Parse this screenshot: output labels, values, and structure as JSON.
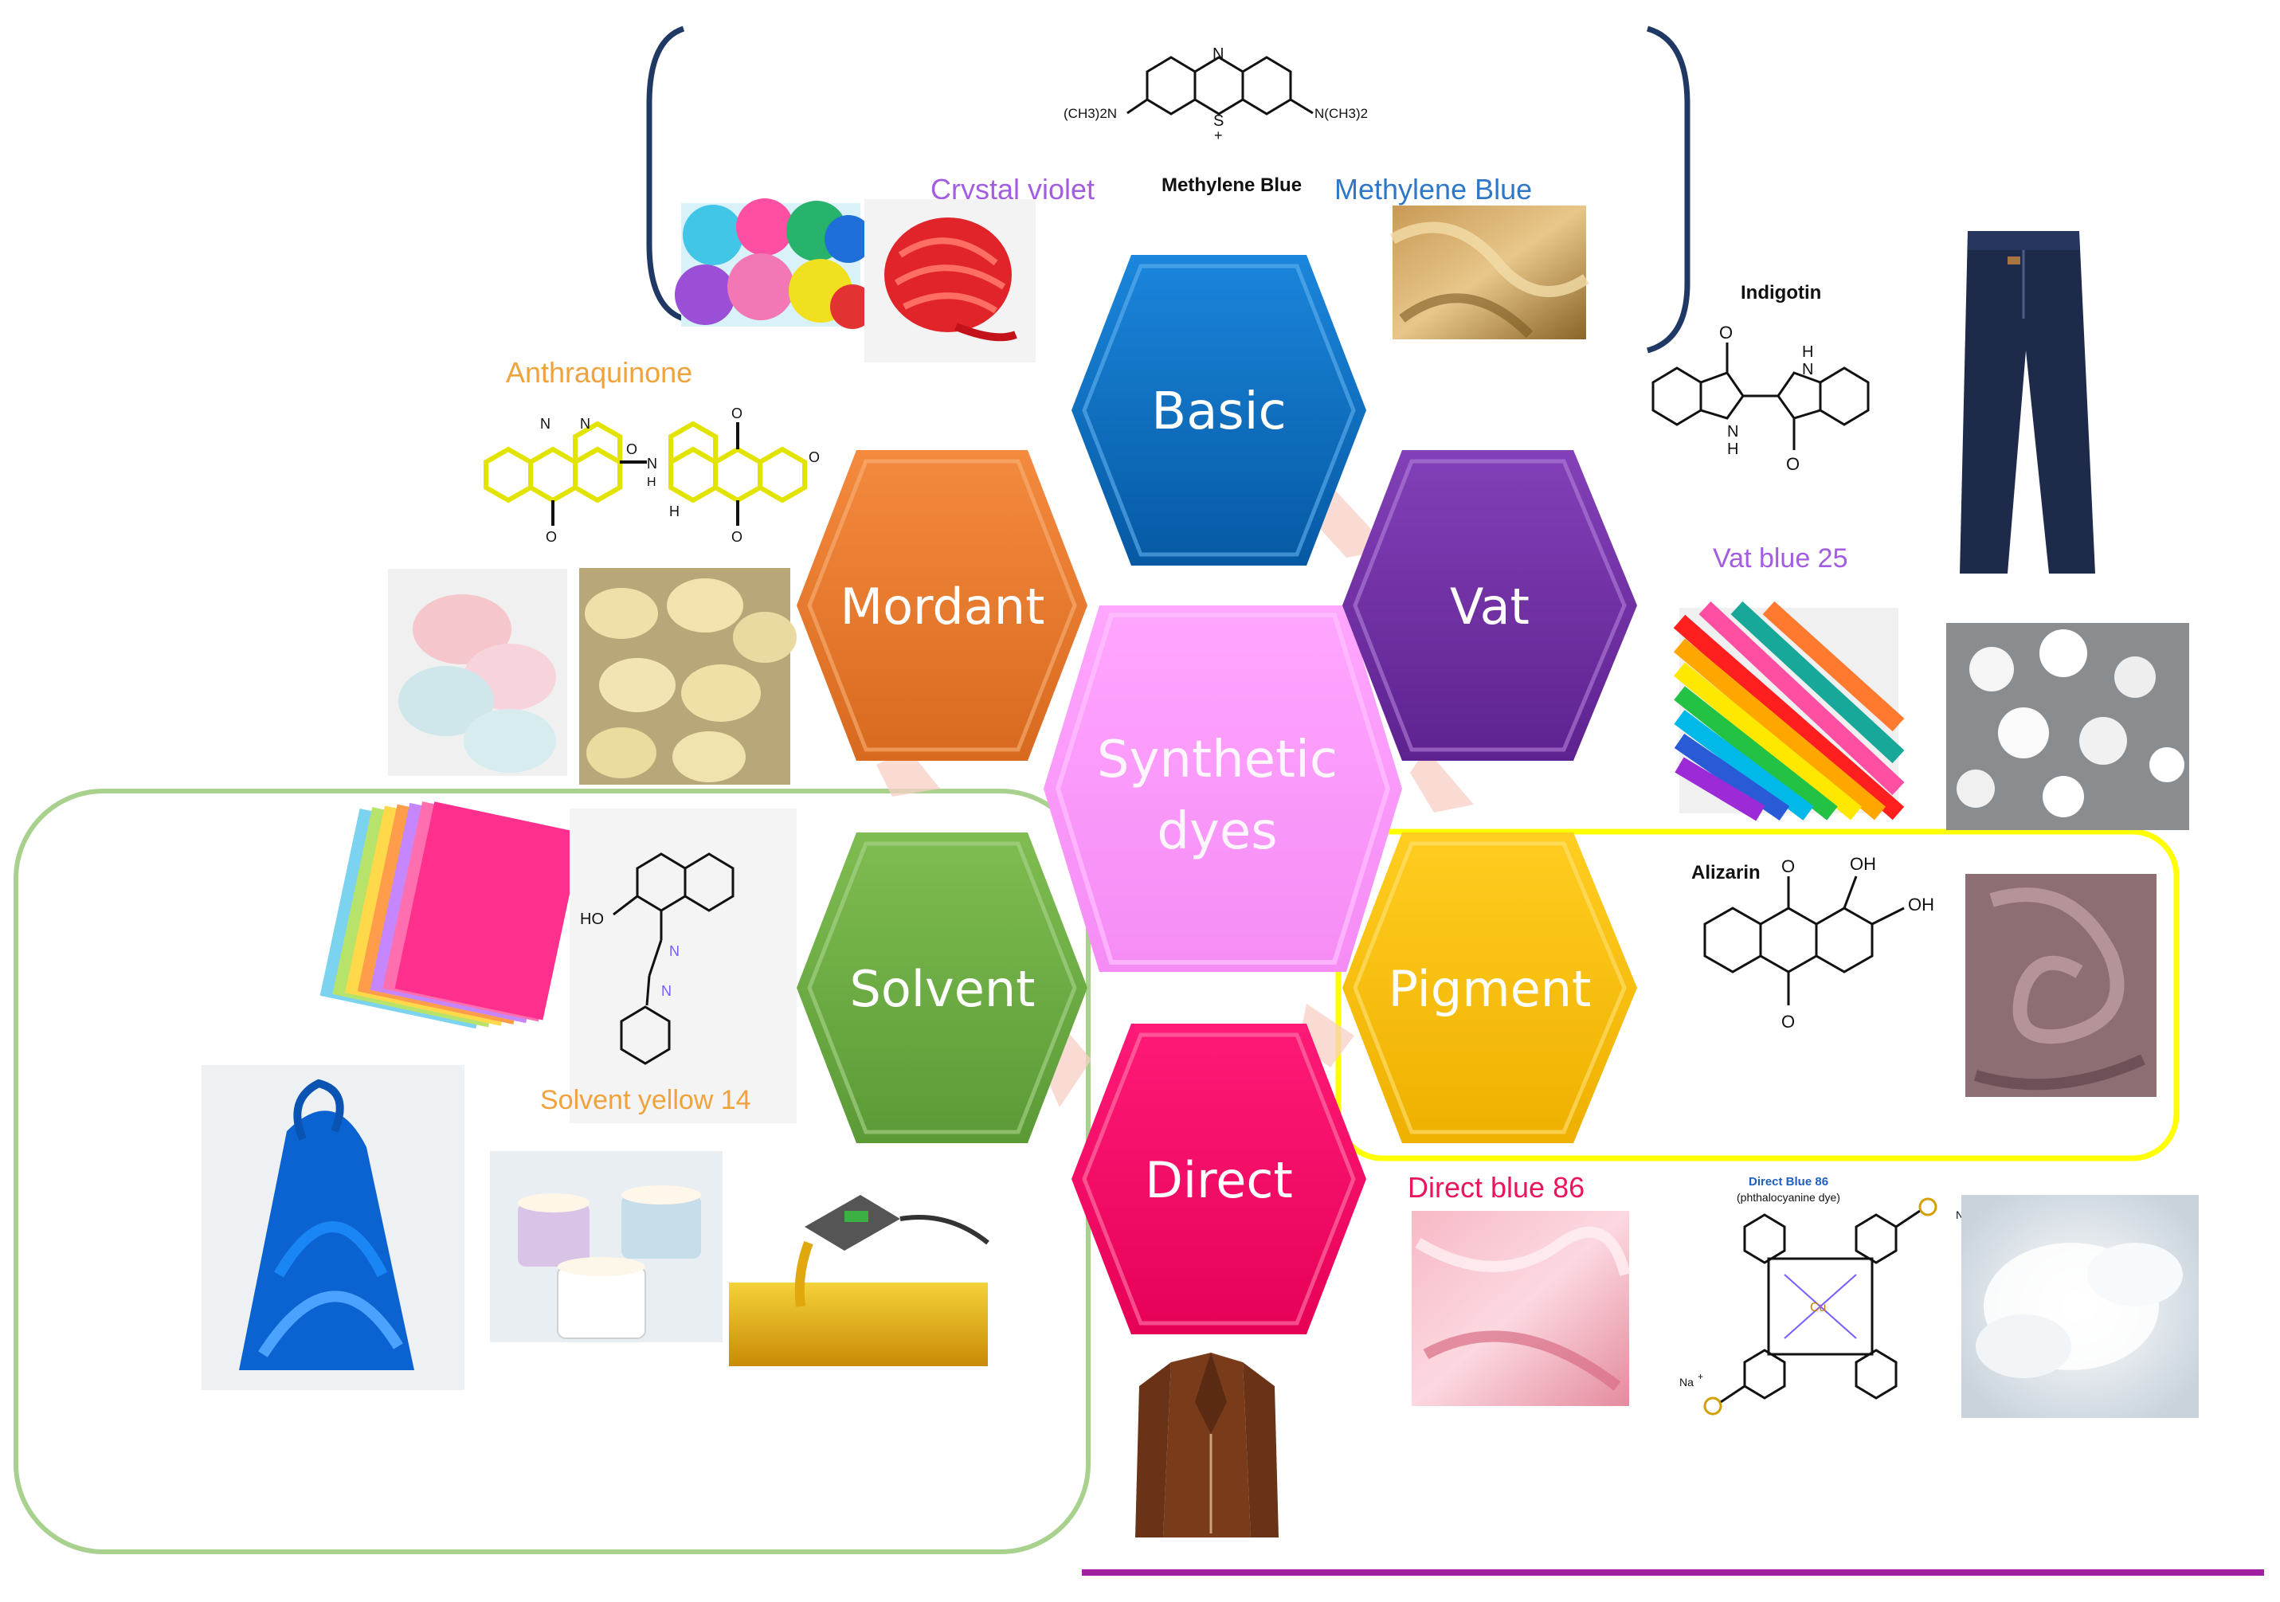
{
  "center": {
    "line1": "Synthetic",
    "line2": "dyes"
  },
  "hexagons": {
    "basic": "Basic",
    "mordant": "Mordant",
    "vat": "Vat",
    "solvent": "Solvent",
    "pigment": "Pigment",
    "direct": "Direct"
  },
  "labels": {
    "crystal_violet": "Crystal violet",
    "methylene_blue_struct": "Methylene Blue",
    "methylene_blue": "Methylene Blue",
    "indigotin": "Indigotin",
    "anthraquinone": "Anthraquinone",
    "vat_blue": "Vat blue 25",
    "alizarin": "Alizarin",
    "solvent_yellow": "Solvent yellow 14",
    "direct_blue": "Direct blue 86",
    "direct_blue_title": "Direct Blue 86",
    "direct_blue_sub": "(phthalocyanine dye)"
  },
  "chem_text": {
    "mb_left": "(CH3)2N",
    "mb_right": "N(CH3)2",
    "mb_n": "N",
    "mb_s": "S",
    "mb_plus": "+",
    "indigo_nh_top": "H",
    "indigo_n_top": "N",
    "indigo_n_bottom": "N",
    "indigo_h_bottom": "H",
    "indigo_o_top": "O",
    "indigo_o_bottom": "O",
    "aq_n1": "N",
    "aq_n2": "N",
    "aq_o_amide": "O",
    "aq_nh": "N",
    "aq_h": "H",
    "aq_o1": "O",
    "aq_o2": "O",
    "aq_o3": "O",
    "aq_o4": "O",
    "aq_h_amide": "H",
    "sy_ho": "HO",
    "sy_n1": "N",
    "sy_n2": "N",
    "al_oh1": "OH",
    "al_oh2": "OH",
    "al_o1": "O",
    "al_o2": "O",
    "db_cu": "Cu",
    "db_na1": "Na",
    "db_na2": "Na",
    "db_plus1": "+",
    "db_plus2": "+"
  },
  "colors": {
    "basic": "#0a6fc2",
    "mordant": "#ed7d31",
    "vat": "#7030a0",
    "solvent": "#70ad47",
    "pigment": "#ffc000",
    "direct": "#ff0066",
    "center": "#ff99ff",
    "green_frame": "#a9d18e",
    "yellow_frame": "#ffff00",
    "bracket": "#1f3864",
    "purple_line": "#a020a0"
  }
}
